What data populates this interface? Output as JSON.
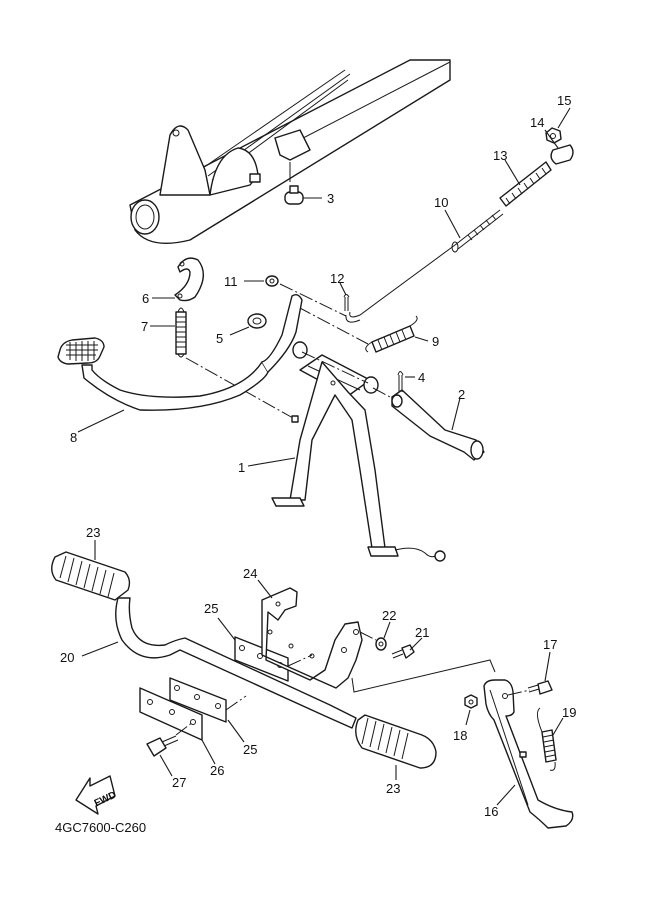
{
  "diagram": {
    "drawing_code": "4GC7600-C260",
    "direction_label": "FWD",
    "callouts": {
      "c1": "1",
      "c2": "2",
      "c3": "3",
      "c4": "4",
      "c5": "5",
      "c6": "6",
      "c7": "7",
      "c8": "8",
      "c9": "9",
      "c10": "10",
      "c11": "11",
      "c12": "12",
      "c13": "13",
      "c14": "14",
      "c15": "15",
      "c16": "16",
      "c17": "17",
      "c18": "18",
      "c19": "19",
      "c20": "20",
      "c21": "21",
      "c22": "22",
      "c23a": "23",
      "c23b": "23",
      "c24": "24",
      "c25a": "25",
      "c25b": "25",
      "c26": "26",
      "c27": "27"
    }
  }
}
